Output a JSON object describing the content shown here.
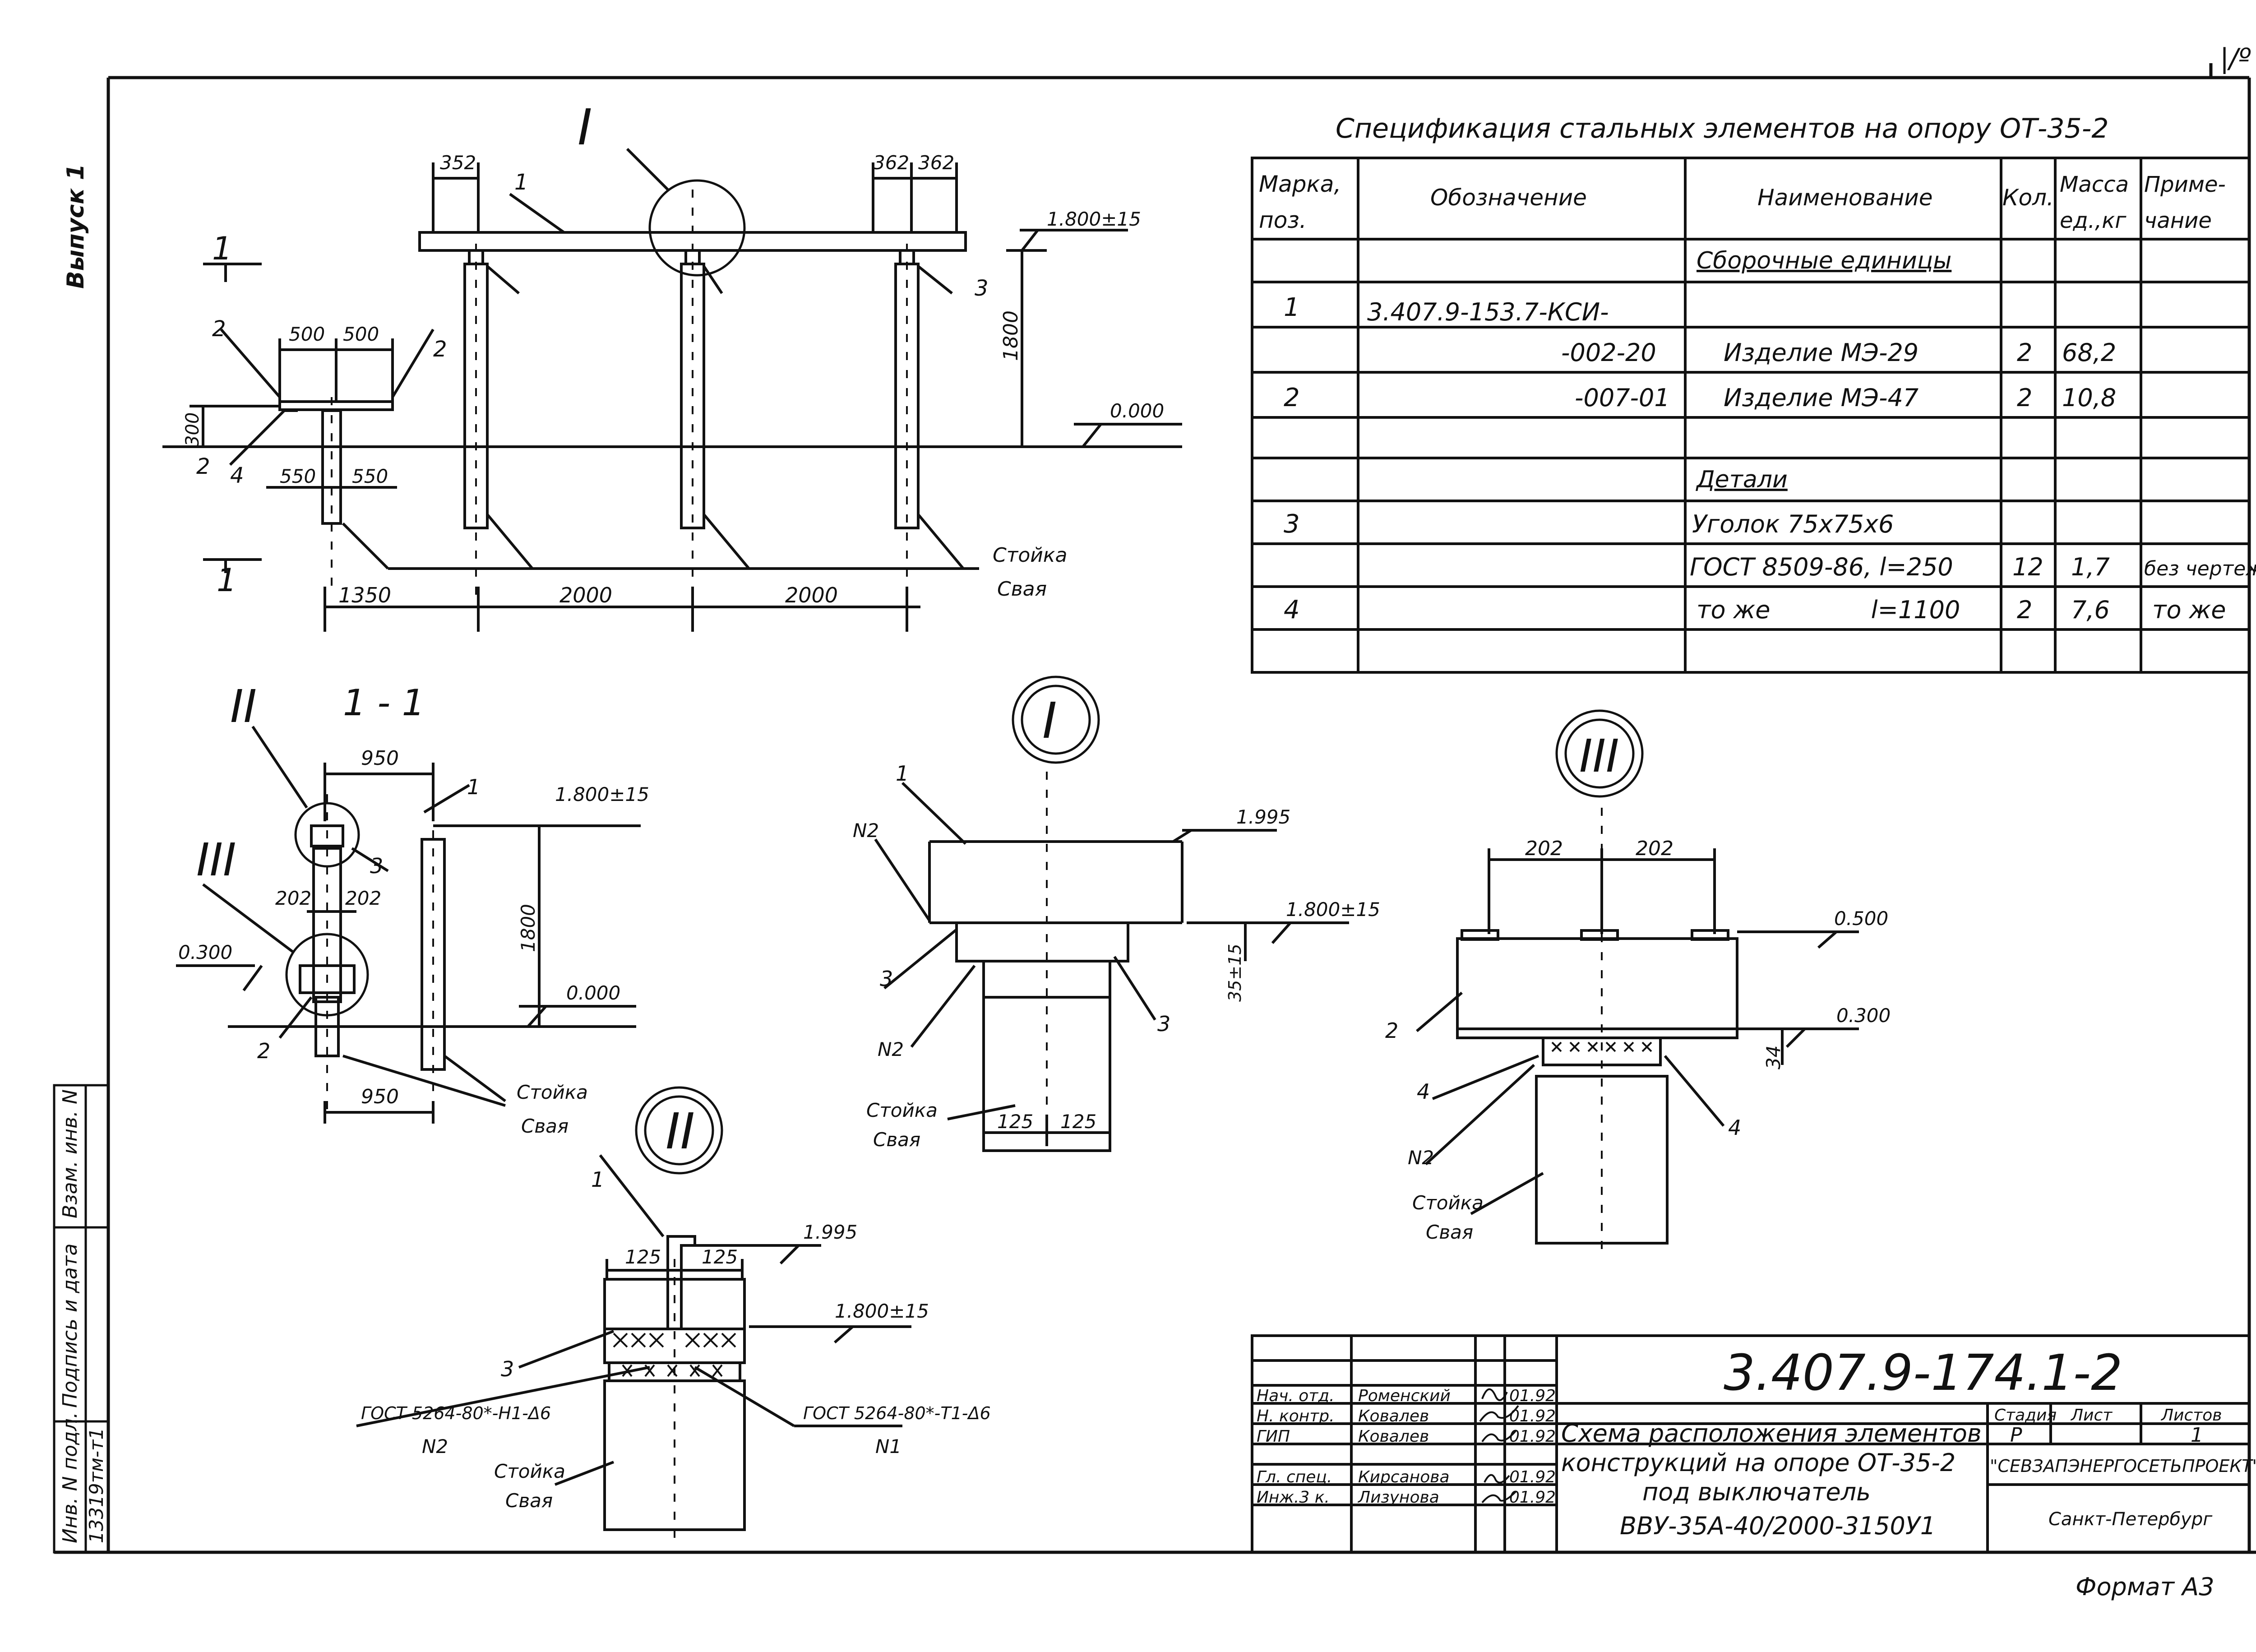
{
  "top_right_mark": "|/º",
  "side_label": "Выпуск 1",
  "spec": {
    "title": "Спецификация стальных элементов на опору ОТ-35-2",
    "headers": [
      "Марка, поз.",
      "Обозначение",
      "Наименование",
      "Кол.",
      "Масса ед.,кг",
      "Приме-чание"
    ],
    "rows": [
      [
        "",
        "",
        "Сборочные единицы",
        "",
        "",
        ""
      ],
      [
        "1",
        "3.407.9-153.7-КСИ-",
        "",
        "",
        "",
        ""
      ],
      [
        "",
        "-002-20",
        "Изделие МЭ-29",
        "2",
        "68,2",
        ""
      ],
      [
        "2",
        "-007-01",
        "Изделие МЭ-47",
        "2",
        "10,8",
        ""
      ],
      [
        "",
        "",
        "",
        "",
        "",
        ""
      ],
      [
        "",
        "",
        "Детали",
        "",
        "",
        ""
      ],
      [
        "3",
        "",
        "Уголок 75х75х6",
        "",
        "",
        ""
      ],
      [
        "",
        "",
        "ГОСТ 8509-86, l=250",
        "12",
        "1,7",
        "без чертежа"
      ],
      [
        "4",
        "",
        "то же             l=1100",
        "2",
        "7,6",
        "то же"
      ],
      [
        "",
        "",
        "",
        "",
        "",
        ""
      ]
    ]
  },
  "elevation": {
    "callout": "I",
    "section_mark": "1",
    "dims_top": [
      "352",
      "362",
      "362"
    ],
    "dims_pad": [
      "500",
      "500"
    ],
    "dims_base": [
      "550",
      "550"
    ],
    "dims_bottom": [
      "1350",
      "2000",
      "2000"
    ],
    "h_dim": "1800",
    "h300": "300",
    "level_top": "1.800±15",
    "level_ground": "0.000",
    "pos": [
      "1",
      "2",
      "2",
      "2",
      "3",
      "4"
    ],
    "stoika": "Стойка",
    "svaya": "Свая"
  },
  "section11": {
    "title": "1 - 1",
    "callout2": "II",
    "callout3": "III",
    "dim950_top": "950",
    "dim950_bottom": "950",
    "dim202": [
      "202",
      "202"
    ],
    "level_top": "1.800±15",
    "level_300": "0.300",
    "level_ground": "0.000",
    "h_dim": "1800",
    "pos": [
      "1",
      "3",
      "2"
    ],
    "stoika": "Стойка",
    "svaya": "Свая"
  },
  "detailI": {
    "circle": "I",
    "level_1995": "1.995",
    "level_1800": "1.800±15",
    "h35": "35±15",
    "dims": [
      "125",
      "125"
    ],
    "pos": [
      "1",
      "N2",
      "3",
      "N2",
      "3"
    ],
    "stoika": "Стойка",
    "svaya": "Свая"
  },
  "detailII": {
    "circle": "II",
    "level_1995": "1.995",
    "level_1800": "1.800±15",
    "dims": [
      "125",
      "125"
    ],
    "pos1": "1",
    "pos3": "3",
    "weld_left": "ГОСТ 5264-80*-Н1-Δ6",
    "weld_left_n": "N2",
    "weld_right": "ГОСТ 5264-80*-Т1-Δ6",
    "weld_right_n": "N1",
    "stoika": "Стойка",
    "svaya": "Свая"
  },
  "detailIII": {
    "circle": "III",
    "dims": [
      "202",
      "202"
    ],
    "level_500": "0.500",
    "level_300": "0.300",
    "h34": "34",
    "pos": [
      "2",
      "4",
      "4",
      "N2"
    ],
    "stoika": "Стойка",
    "svaya": "Свая"
  },
  "stamp": {
    "doc_code": "3.407.9-174.1-2",
    "roles": [
      {
        "role": "Нач. отд.",
        "name": "Роменский",
        "date": "01.92"
      },
      {
        "role": "Н. контр.",
        "name": "Ковалев",
        "date": "01.92"
      },
      {
        "role": "ГИП",
        "name": "Ковалев",
        "date": "01.92"
      },
      {
        "role": "Гл. спец.",
        "name": "Кирсанова",
        "date": "01.92"
      },
      {
        "role": "Инж.3 к.",
        "name": "Лизунова",
        "date": "01.92"
      }
    ],
    "title_lines": [
      "Схема расположения элементов",
      "конструкций на опоре ОТ-35-2",
      "под выключатель",
      "ВВУ-35А-40/2000-3150У1"
    ],
    "stage_label": "Стадия",
    "sheet_label": "Лист",
    "sheets_label": "Листов",
    "stage": "Р",
    "sheet": "",
    "sheets": "1",
    "org": "\"СЕВЗАПЭНЕРГОСЕТЬПРОЕКТ\"",
    "city": "Санкт-Петербург"
  },
  "left_strip": {
    "vzam": "Взам. инв. N",
    "podpis": "Подпись и дата",
    "inv": "Инв. N подл.",
    "inv_value": "13319тм-т1"
  },
  "format": "Формат А3"
}
